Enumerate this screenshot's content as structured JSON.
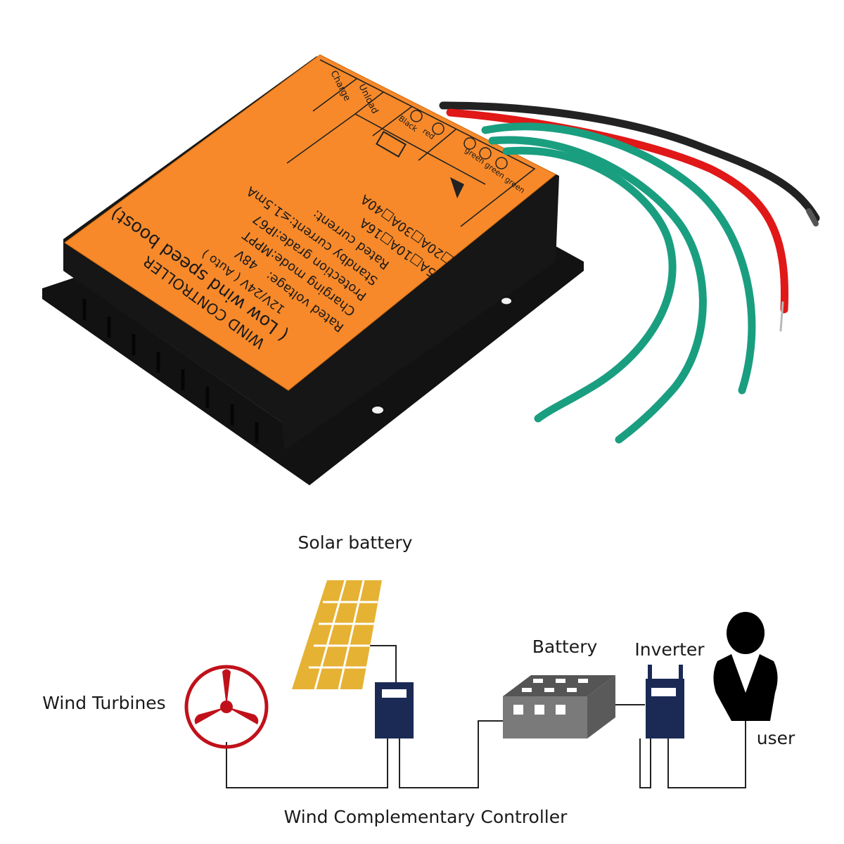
{
  "controller_label": {
    "title": "WIND CONTROLLER",
    "subtitle": "( Low wind speed boost)",
    "rated_voltage": "Rated voltage:",
    "voltage_12_24": "12V/24V ( Auto )",
    "voltage_48": "48V",
    "charging_mode": "Charging mode:MPPT",
    "protection_grade": "Protection grade:IP67",
    "standby_current": "Standby current:≤1.5mA",
    "rated_current": "Rated current:",
    "current_options": "5A□10A□16A",
    "current_options_2": "□20A□30A□40A",
    "charge": "Charge",
    "unload": "Unload",
    "red": "red",
    "black": "Black",
    "green_green_green": "green green green"
  },
  "diagram": {
    "solar_battery": "Solar battery",
    "battery": "Battery",
    "inverter": "Inverter",
    "wind_turbines": "Wind Turbines",
    "user": "user",
    "controller": "Wind Complementary Controller"
  },
  "colors": {
    "sticker_orange": "#f7892a",
    "case_black": "#111111",
    "wire_green": "#1a9e80",
    "wire_red": "#e01818",
    "wire_black": "#222222",
    "panel_gold": "#e6b233",
    "device_navy": "#1b2a55",
    "turbine_red": "#c0111a",
    "battery_gray": "#7a7a7a"
  }
}
